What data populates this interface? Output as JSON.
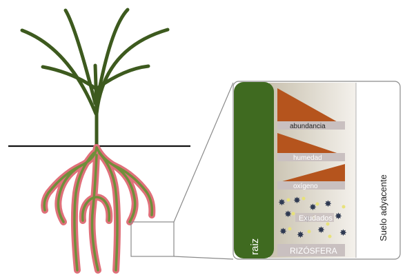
{
  "diagram": {
    "root_label": "raiz",
    "gradient_labels": [
      "abundancia",
      "humedad",
      "oxígeno"
    ],
    "exudates_label": "Exudados",
    "rhizosphere_label": "RIZÓSFERA",
    "adjacent_soil_label": "Suelo adyacente"
  },
  "colors": {
    "stem": "#3d5a1e",
    "root_green": "#6f8f3a",
    "root_pink": "#e0707a",
    "root_column": "#3f6a20",
    "triangle": "#b5541d",
    "label_band": "#c9c0c0"
  }
}
